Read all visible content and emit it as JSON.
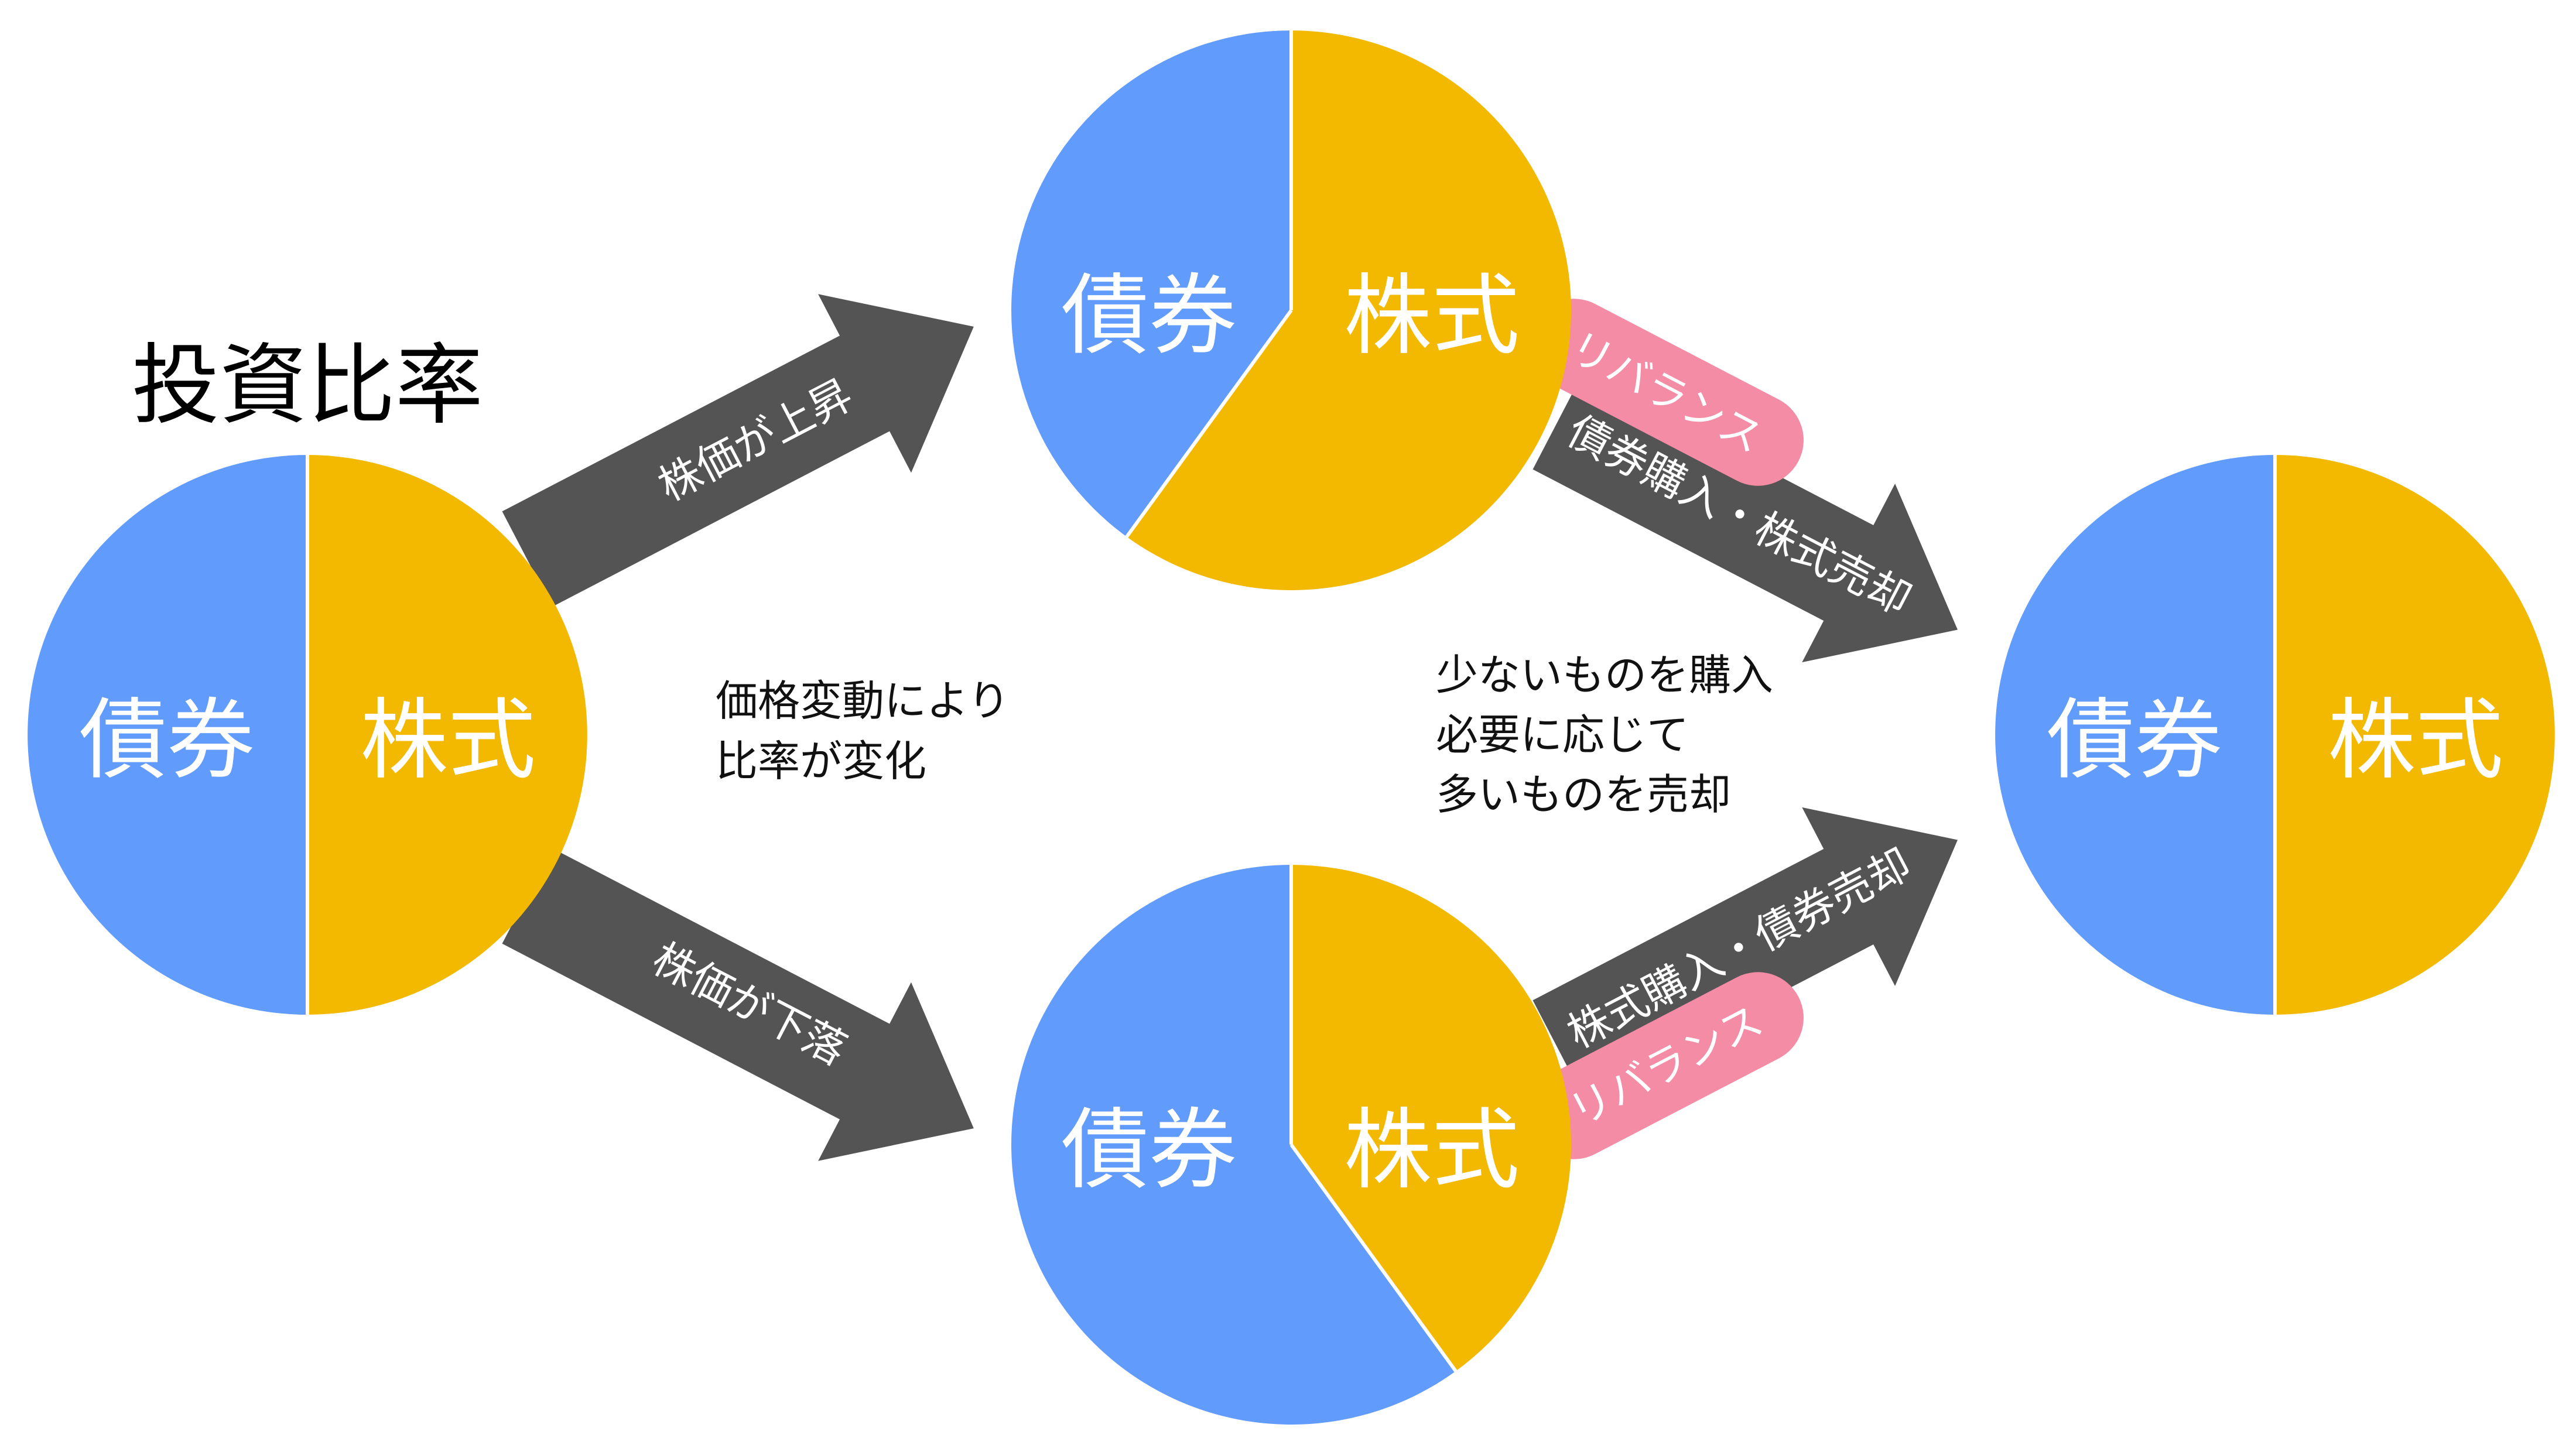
{
  "title": "投資比率",
  "colors": {
    "bond": "#619BFB",
    "stock": "#F3B900",
    "arrow": "#545454",
    "pill": "#F58CA5",
    "divider": "#ffffff"
  },
  "pies": {
    "initial": {
      "bond_label": "債券",
      "stock_label": "株式",
      "stock_fraction": 0.5
    },
    "up": {
      "bond_label": "債券",
      "stock_label": "株式",
      "stock_fraction": 0.6
    },
    "down": {
      "bond_label": "債券",
      "stock_label": "株式",
      "stock_fraction": 0.4
    },
    "final": {
      "bond_label": "債券",
      "stock_label": "株式",
      "stock_fraction": 0.5
    }
  },
  "arrows": {
    "rise": "株価が上昇",
    "fall": "株価が下落",
    "rebalance_top": "債券購入・株式売却",
    "rebalance_bottom": "株式購入・債券売却"
  },
  "pills": {
    "top": "リバランス",
    "bottom": "リバランス"
  },
  "notes": {
    "change": [
      "価格変動により",
      "比率が変化"
    ],
    "rebalance": [
      "少ないものを購入",
      "必要に応じて",
      "多いものを売却"
    ]
  }
}
